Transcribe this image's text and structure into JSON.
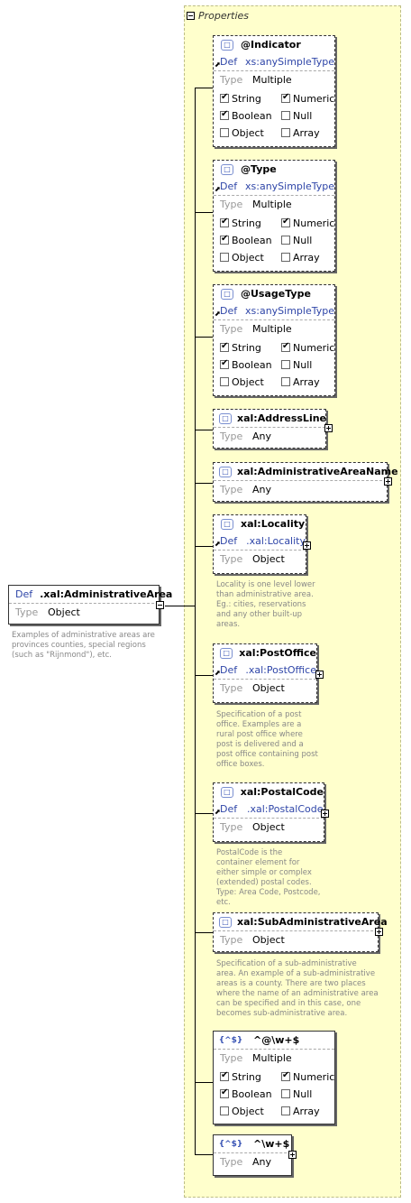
{
  "properties_label": "Properties",
  "root": {
    "def_label": "Def",
    "name": ".xal:AdministrativeArea",
    "type_label": "Type",
    "type": "Object",
    "description": "Examples of administrative areas are provinces counties, special regions (such as \"Rijnmond\"), etc."
  },
  "attrs": [
    {
      "name": "@Indicator",
      "def_label": "Def",
      "def": "xs:anySimpleType",
      "type_label": "Type",
      "type": "Multiple",
      "checks": [
        {
          "label": "String",
          "on": true
        },
        {
          "label": "Numeric",
          "on": true
        },
        {
          "label": "Boolean",
          "on": true
        },
        {
          "label": "Null",
          "on": false
        },
        {
          "label": "Object",
          "on": false
        },
        {
          "label": "Array",
          "on": false
        }
      ]
    },
    {
      "name": "@Type",
      "def_label": "Def",
      "def": "xs:anySimpleType",
      "type_label": "Type",
      "type": "Multiple",
      "checks": [
        {
          "label": "String",
          "on": true
        },
        {
          "label": "Numeric",
          "on": true
        },
        {
          "label": "Boolean",
          "on": true
        },
        {
          "label": "Null",
          "on": false
        },
        {
          "label": "Object",
          "on": false
        },
        {
          "label": "Array",
          "on": false
        }
      ]
    },
    {
      "name": "@UsageType",
      "def_label": "Def",
      "def": "xs:anySimpleType",
      "type_label": "Type",
      "type": "Multiple",
      "checks": [
        {
          "label": "String",
          "on": true
        },
        {
          "label": "Numeric",
          "on": true
        },
        {
          "label": "Boolean",
          "on": true
        },
        {
          "label": "Null",
          "on": false
        },
        {
          "label": "Object",
          "on": false
        },
        {
          "label": "Array",
          "on": false
        }
      ]
    }
  ],
  "address_line": {
    "name": "xal:AddressLine",
    "type_label": "Type",
    "type": "Any"
  },
  "admin_area_name": {
    "name": "xal:AdministrativeAreaName",
    "type_label": "Type",
    "type": "Any"
  },
  "locality": {
    "name": "xal:Locality",
    "def_label": "Def",
    "def": ".xal:Locality",
    "type_label": "Type",
    "type": "Object",
    "description": "Locality is one level lower than administrative area. Eg.: cities, reservations and any other built-up areas."
  },
  "post_office": {
    "name": "xal:PostOffice",
    "def_label": "Def",
    "def": ".xal:PostOffice",
    "type_label": "Type",
    "type": "Object",
    "description": "Specification of a post office. Examples are a rural post office where post is delivered and a post office containing post office boxes."
  },
  "postal_code": {
    "name": "xal:PostalCode",
    "def_label": "Def",
    "def": ".xal:PostalCode",
    "type_label": "Type",
    "type": "Object",
    "description": "PostalCode is the container element for either simple or complex (extended) postal codes. Type: Area Code, Postcode, etc."
  },
  "sub_admin": {
    "name": "xal:SubAdministrativeArea",
    "type_label": "Type",
    "type": "Object",
    "description": "Specification of a sub-administrative area. An example of a sub-administrative areas is a county. There are two places where the name of an administrative area can be specified and in this case, one becomes sub-administrative area."
  },
  "pattern1": {
    "icon": "{^$}",
    "name": "^@\\w+$",
    "type_label": "Type",
    "type": "Multiple",
    "checks": [
      {
        "label": "String",
        "on": true
      },
      {
        "label": "Numeric",
        "on": true
      },
      {
        "label": "Boolean",
        "on": true
      },
      {
        "label": "Null",
        "on": false
      },
      {
        "label": "Object",
        "on": false
      },
      {
        "label": "Array",
        "on": false
      }
    ]
  },
  "pattern2": {
    "icon": "{^$}",
    "name": "^\\w+$",
    "type_label": "Type",
    "type": "Any"
  }
}
